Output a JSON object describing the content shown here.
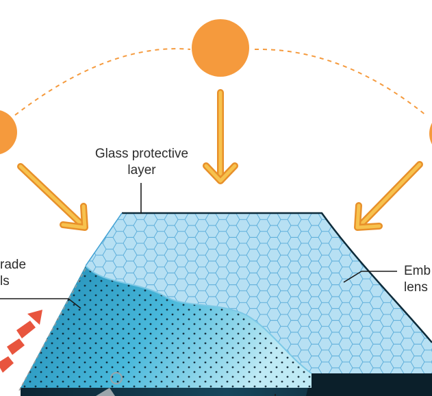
{
  "labels": {
    "glass_layer_line1": "Glass protective",
    "glass_layer_line2": "layer",
    "left_line1": "rade",
    "left_line2": "ls",
    "right_line1": "Emb",
    "right_line2": "lens"
  },
  "colors": {
    "sun": "#f59a3d",
    "arrow": "#f5a623",
    "arrow_outline": "#e8902a",
    "hex_fill": "#a8d8f0",
    "hex_stroke": "#4aa6d6",
    "panel_deep": "#1e8fb8",
    "panel_light": "#6ccfe8",
    "panel_edge": "#0d2b3a",
    "red_arrow": "#e8553e",
    "grey_arrow": "#9aa5ab"
  }
}
